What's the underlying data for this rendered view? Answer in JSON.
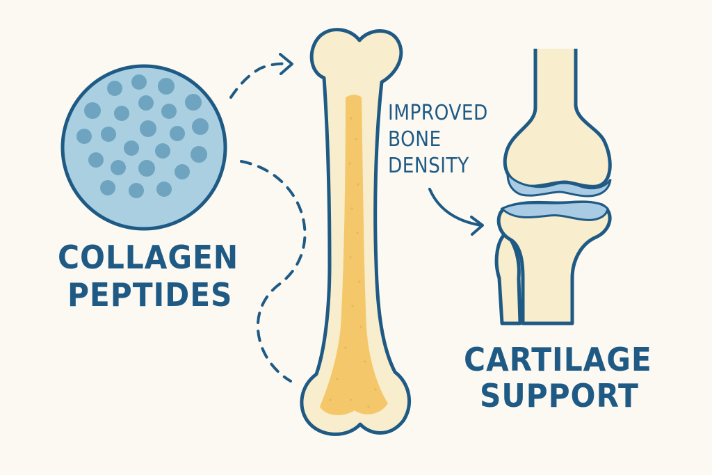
{
  "labels": {
    "collagen_line1": "COLLAGEN",
    "collagen_line2": "PEPTIDES",
    "density_line1": "IMPROVED",
    "density_line2": "BONE",
    "density_line3": "DENSITY",
    "cartilage_line1": "CARTILAGE",
    "cartilage_line2": "SUPPORT"
  },
  "colors": {
    "background": "#fbf9f2",
    "outline": "#1f5a85",
    "bone": "#f8edcc",
    "marrow": "#f4c86a",
    "circle_fill": "#a9cfe0",
    "dot": "#6ea4c0",
    "cartilage": "#a9cbe3"
  },
  "icons": [
    "collagen-peptide-circle",
    "long-bone-illustration",
    "knee-joint-illustration"
  ]
}
